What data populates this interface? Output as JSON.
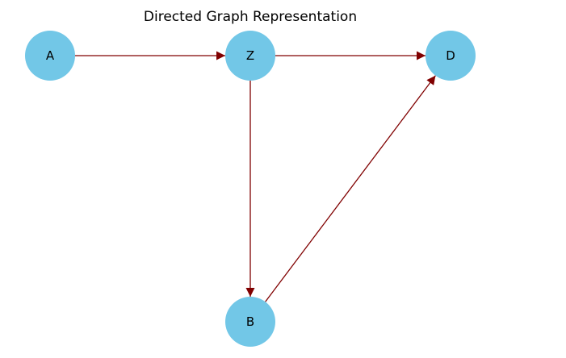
{
  "title": "Directed Graph Representation",
  "colors": {
    "node_fill": "#72c7e7",
    "edge": "#800000",
    "background": "#ffffff"
  },
  "nodes": [
    {
      "id": "A",
      "label": "A"
    },
    {
      "id": "Z",
      "label": "Z"
    },
    {
      "id": "D",
      "label": "D"
    },
    {
      "id": "B",
      "label": "B"
    }
  ],
  "edges": [
    {
      "from": "A",
      "to": "Z"
    },
    {
      "from": "Z",
      "to": "D"
    },
    {
      "from": "Z",
      "to": "B"
    },
    {
      "from": "B",
      "to": "D"
    }
  ]
}
